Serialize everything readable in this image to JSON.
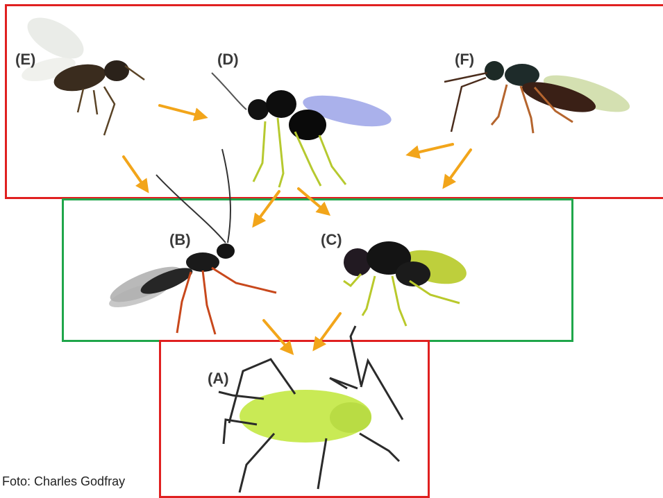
{
  "panels": {
    "e": {
      "label": "(E)",
      "icon": "wasp-icon"
    },
    "d": {
      "label": "(D)",
      "icon": "wasp-icon"
    },
    "f": {
      "label": "(F)",
      "icon": "wasp-icon"
    },
    "b": {
      "label": "(B)",
      "icon": "parasitoid-wasp-icon"
    },
    "c": {
      "label": "(C)",
      "icon": "wasp-icon"
    },
    "a": {
      "label": "(A)",
      "icon": "aphid-icon"
    }
  },
  "credit": "Foto: Charles Godfray",
  "colors": {
    "top_box": "#e02020",
    "middle_box": "#1fa64a",
    "bottom_box": "#e02020",
    "arrow": "#f2a51a"
  }
}
